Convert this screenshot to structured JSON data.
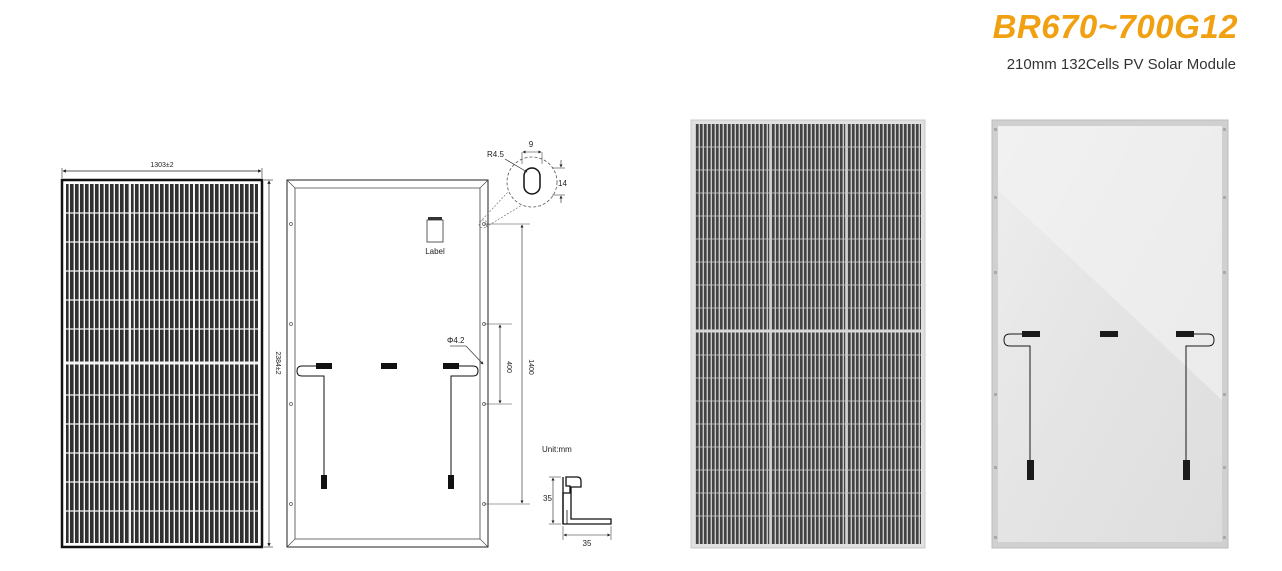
{
  "header": {
    "model": "BR670~700G12",
    "description": "210mm 132Cells PV Solar Module"
  },
  "front_view": {
    "width_dim": "1303±2",
    "height_dim": "2384±2"
  },
  "back_view": {
    "label_text": "Label",
    "hole_dia": "Φ4.2",
    "dim_400": "400",
    "dim_1400": "1400"
  },
  "detail": {
    "radius": "R4.5",
    "width": "9",
    "height": "14"
  },
  "frame_section": {
    "unit": "Unit:mm",
    "height": "35",
    "width": "35"
  },
  "colors": {
    "accent": "#f0a010",
    "cell_dark": "#3a3a3a",
    "back_sheet": "#e6e6e6"
  }
}
